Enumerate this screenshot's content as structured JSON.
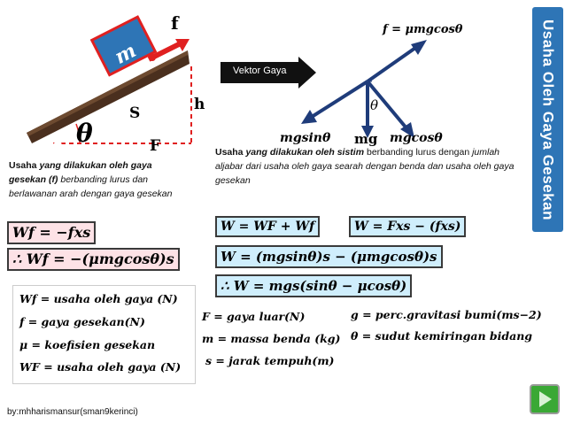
{
  "sidebar_title": "Usaha Oleh Gaya Gesekan",
  "vektor_label": "Vektor Gaya",
  "incline": {
    "block_label": "m",
    "f_label": "f",
    "h_label": "h",
    "s_label": "S",
    "theta_label": "θ",
    "F_label": "F"
  },
  "vectors": {
    "friction_eq": "f = μmgcosθ",
    "theta": "θ",
    "mgsin": "mgsinθ",
    "mg": "mg",
    "mgcos": "mgcosθ"
  },
  "left_desc": {
    "p1": "Usaha ",
    "p1i": "yang dilakukan oleh gaya gesekan (f)",
    "p2": " berbanding ",
    "p2i": "lurus dan berlawanan arah dengan gaya gesekan"
  },
  "right_desc": {
    "p1": "Usaha ",
    "p1i": "yang dilakukan oleh sistim",
    "p2": " berbanding lurus dengan ",
    "p2i": "jumlah aljabar dari  usaha oleh gaya searah dengan benda dan usaha oleh gaya gesekan"
  },
  "equations": {
    "wf": "Wf = −fxs",
    "wf_therefore": "∴ Wf = −(μmgcosθ)s",
    "w_sum": "W = WF + Wf",
    "w_fxs": "W = Fxs − (fxs)",
    "w_expand": "W = (mgsinθ)s − (μmgcosθ)s",
    "w_final": "∴ W = mgs(sinθ − μcosθ)"
  },
  "definitions_left": [
    "Wf = usaha oleh gaya (N)",
    "f =  gaya gesekan(N)",
    "μ = koefisien gesekan",
    "WF = usaha oleh gaya (N)"
  ],
  "definitions_mid": [
    "F = gaya luar(N)",
    "m = massa benda (kg)",
    "s = jarak tempuh(m)"
  ],
  "definitions_right": [
    "g = perc.gravitasi bumi(ms−2)",
    "θ = sudut kemiringan bidang"
  ],
  "footer": "by:mhharismansur(sman9kerinci)",
  "colors": {
    "sidebar": "#2e75b6",
    "vector_blue": "#1f3c7a",
    "red": "#e02020",
    "pink_box": "#fde2e6",
    "blue_box": "#cfeefc",
    "next_button": "#3aa835"
  },
  "icons": [
    "next-arrow-icon"
  ]
}
